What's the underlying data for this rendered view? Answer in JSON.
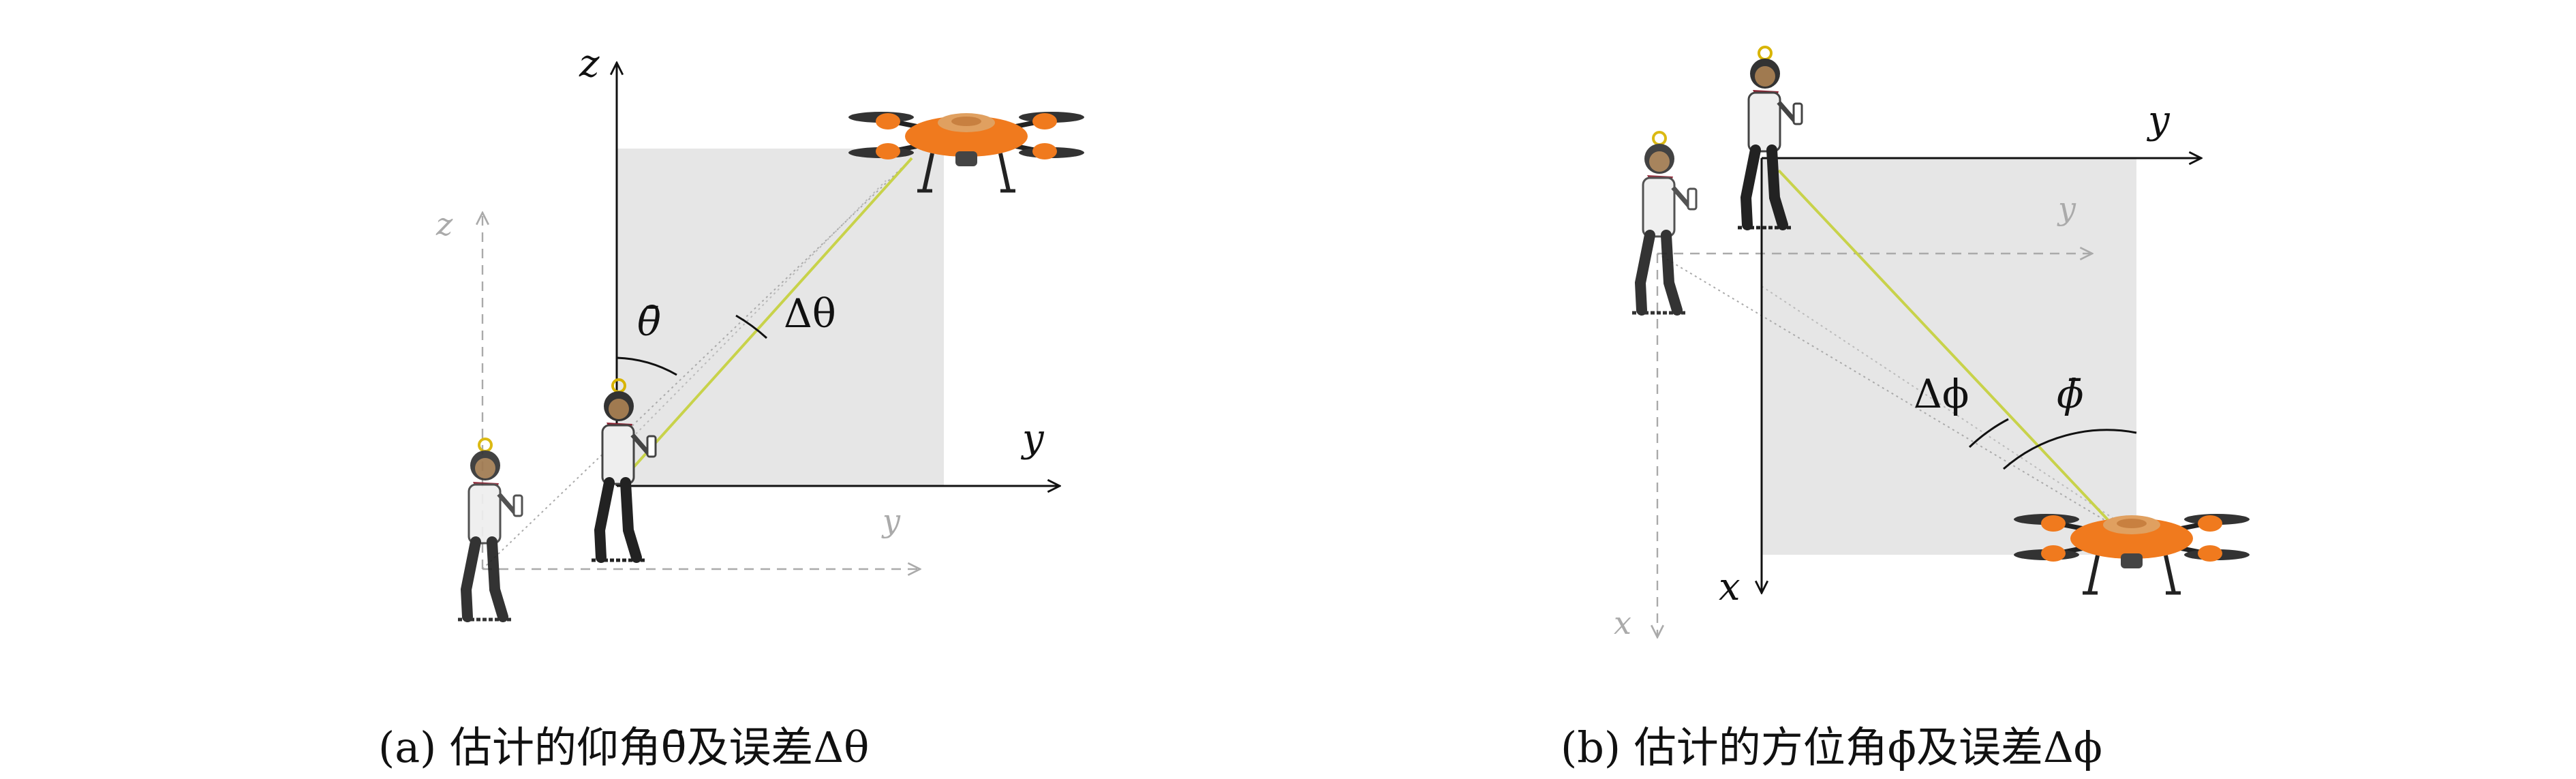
{
  "panel_a": {
    "caption": "(a) 估计的仰角θ̄及误差Δθ",
    "axis_z": "z",
    "axis_y": "y",
    "axis_z_gray": "z",
    "axis_y_gray": "y",
    "angle_estimate": "θ̄",
    "angle_error": "Δθ"
  },
  "panel_b": {
    "caption": "(b) 估计的方位角ϕ̄及误差Δϕ",
    "axis_x": "x",
    "axis_y": "y",
    "axis_x_gray": "x",
    "axis_y_gray": "y",
    "angle_estimate": "ϕ̄",
    "angle_error": "Δϕ"
  },
  "colors": {
    "shaded_region": "#e6e6e6",
    "true_line": "#c8d24a",
    "estimate_line": "#aaaaaa",
    "drone_orange": "#f07a1e",
    "axis_black": "#111111",
    "axis_gray": "#aaaaaa"
  },
  "icons": [
    "drone-icon",
    "person-icon"
  ]
}
